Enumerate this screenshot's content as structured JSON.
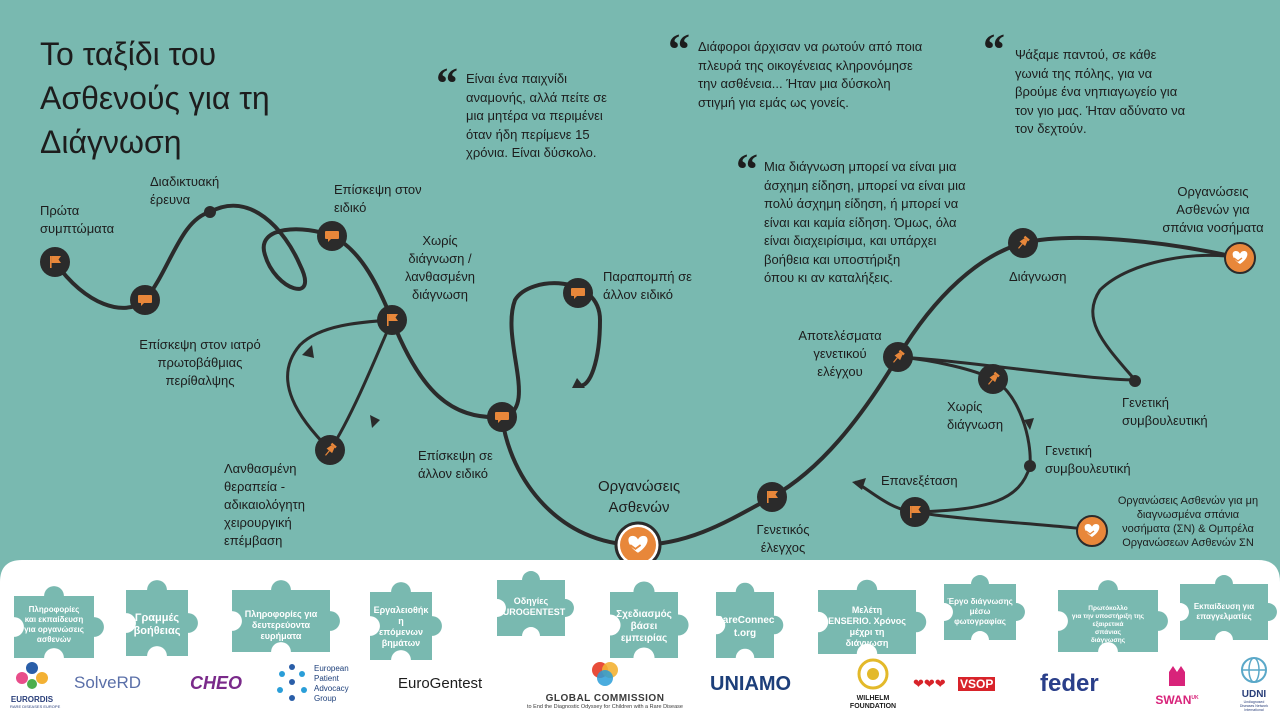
{
  "title": "Το ταξίδι του Ασθενούς για τη Διάγνωση",
  "colors": {
    "background": "#79b9b0",
    "path": "#2b2b2b",
    "node": "#2b2b2b",
    "node_icon": "#e8873a",
    "org_node": "#e8873a",
    "footer": "#ffffff",
    "puzzle": "#79b9b0"
  },
  "journey": {
    "first_symptoms": "Πρώτα\nσυμπτώματα",
    "internet_research": "Διαδικτυακή\nέρευνα",
    "primary_care": "Επίσκεψη στον ιατρό\nπρωτοβάθμιας\nπερίθαλψης",
    "specialist_visit": "Επίσκεψη στον\nειδικό",
    "no_diagnosis": "Χωρίς\nδιάγνωση /\nλανθασμένη\nδιάγνωση",
    "wrong_treatment": "Λανθασμένη\nθεραπεία -\nαδικαιολόγητη\nχειρουργική\nεπέμβαση",
    "other_specialist": "Επίσκεψη σε\nάλλον ειδικό",
    "referral": "Παραπομπή σε\nάλλον ειδικό",
    "patient_orgs": "Οργανώσεις\nΑσθενών",
    "genetic_test": "Γενετικός\nέλεγχος",
    "reevaluation": "Επανεξέταση",
    "genetic_results": "Αποτελέσματα\nγενετικού\nελέγχου",
    "no_diagnosis_2": "Χωρίς\nδιάγνωση",
    "genetic_counselling": "Γενετική\nσυμβουλευτική",
    "diagnosis": "Διάγνωση",
    "genetic_counselling_2": "Γενετική\nσυμβουλευτική",
    "rare_orgs": "Οργανώσεις\nΑσθενών για\nσπάνια νοσήματα",
    "undiag_orgs": "Οργανώσεις Ασθενών για μη\nδιαγνωσμένα σπάνια\nνοσήματα (ΣΝ) & Ομπρέλα\nΟργανώσεων Ασθενών ΣΝ"
  },
  "icons": {
    "flag": "flag-icon",
    "speech": "speech-bubble-icon",
    "pin": "pushpin-icon",
    "heart": "heart-hands-icon",
    "quote": "quote-icon"
  },
  "quotes": [
    "Είναι ένα παιχνίδι\nαναμονής, αλλά πείτε σε\nμια μητέρα να περιμένει\nόταν ήδη περίμενε 15\nχρόνια.  Είναι δύσκολο.",
    "Διάφοροι άρχισαν να ρωτούν από ποια\nπλευρά της οικογένειας  κληρονόμησε\nτην ασθένεια... Ήταν μια δύσκολη\nστιγμή για εμάς ως γονείς.",
    "Ψάξαμε παντού, σε κάθε\nγωνιά της πόλης, για να\nβρούμε ένα νηπιαγωγείο για\nτον γιο μας. Ήταν αδύνατο να\nτον δεχτούν.",
    "Μια διάγνωση μπορεί να είναι μια\nάσχημη είδηση, μπορεί να είναι μια\nπολύ άσχημη είδηση, ή μπορεί να\nείναι και καμία είδηση. Όμως, όλα\nείναι διαχειρίσιμα, και υπάρχει\nβοήθεια και υποστήριξη\nόπου κι αν καταλήξεις."
  ],
  "resources": [
    "Πληροφορίες\nκαι εκπαίδευση\nγια οργανώσεις\nασθενών",
    "Γραμμές\nβοήθειας",
    "Πληροφορίες για\nδευτερεύοντα\nευρήματα",
    "Εργαλειοθήκ\nη\nεπόμενων\nβημάτων",
    "Οδηγίες\nEUROGENTEST",
    "Σχεδιασμός\nβάσει\nεμπειρίας",
    "RareConnec\nt.org",
    "Μελέτη\nENSERIO. Χρόνος\nμέχρι τη\nδιάγνωση",
    "Έργο διάγνωσης\nμέσω\nφωτογραφίας",
    "Πρωτόκολλο\nγια την υποστήριξη της\nεξαιρετικά\nσπάνιας\nδιάγνωσης",
    "Εκπαίδευση για\nεπαγγελματίες"
  ],
  "logos": {
    "eurordis": "EURORDIS",
    "eurordis_sub": "RARE DISEASES EUROPE",
    "solveord": "SolveRD",
    "cheo": "CHEO",
    "epag": "European\nPatient\nAdvocacy\nGroup",
    "eurogentest": "EuroGentest",
    "global_commission": "GLOBAL COMMISSION",
    "global_commission_sub": "to End the Diagnostic Odyssey for Children with a Rare Disease",
    "uniamo": "UNIAMO",
    "wilhelm": "WILHELM\nFOUNDATION",
    "vsop": "VSOP",
    "feder": "feder",
    "swan": "SWAN",
    "swan_sup": "UK",
    "udni": "UDNI",
    "udni_sub": "Undiagnosed\nDiseases Network\nInternational"
  }
}
